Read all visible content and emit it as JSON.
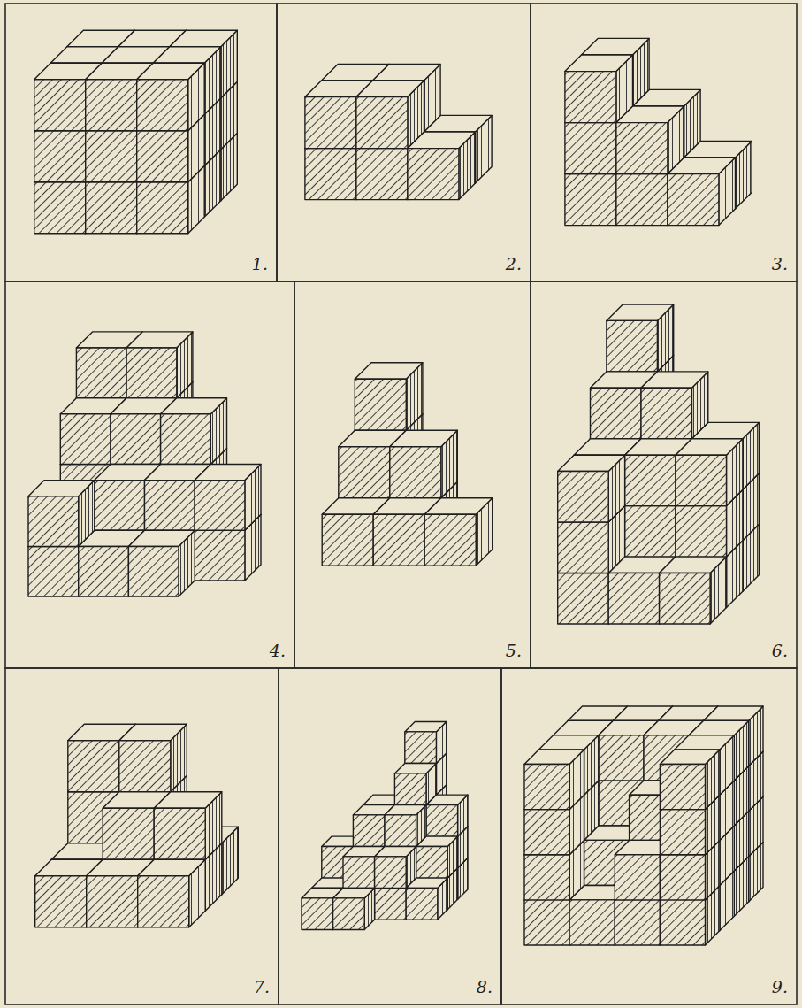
{
  "diagram": {
    "labels": [
      "1.",
      "2.",
      "3.",
      "4.",
      "5.",
      "6.",
      "7.",
      "8.",
      "9."
    ]
  }
}
